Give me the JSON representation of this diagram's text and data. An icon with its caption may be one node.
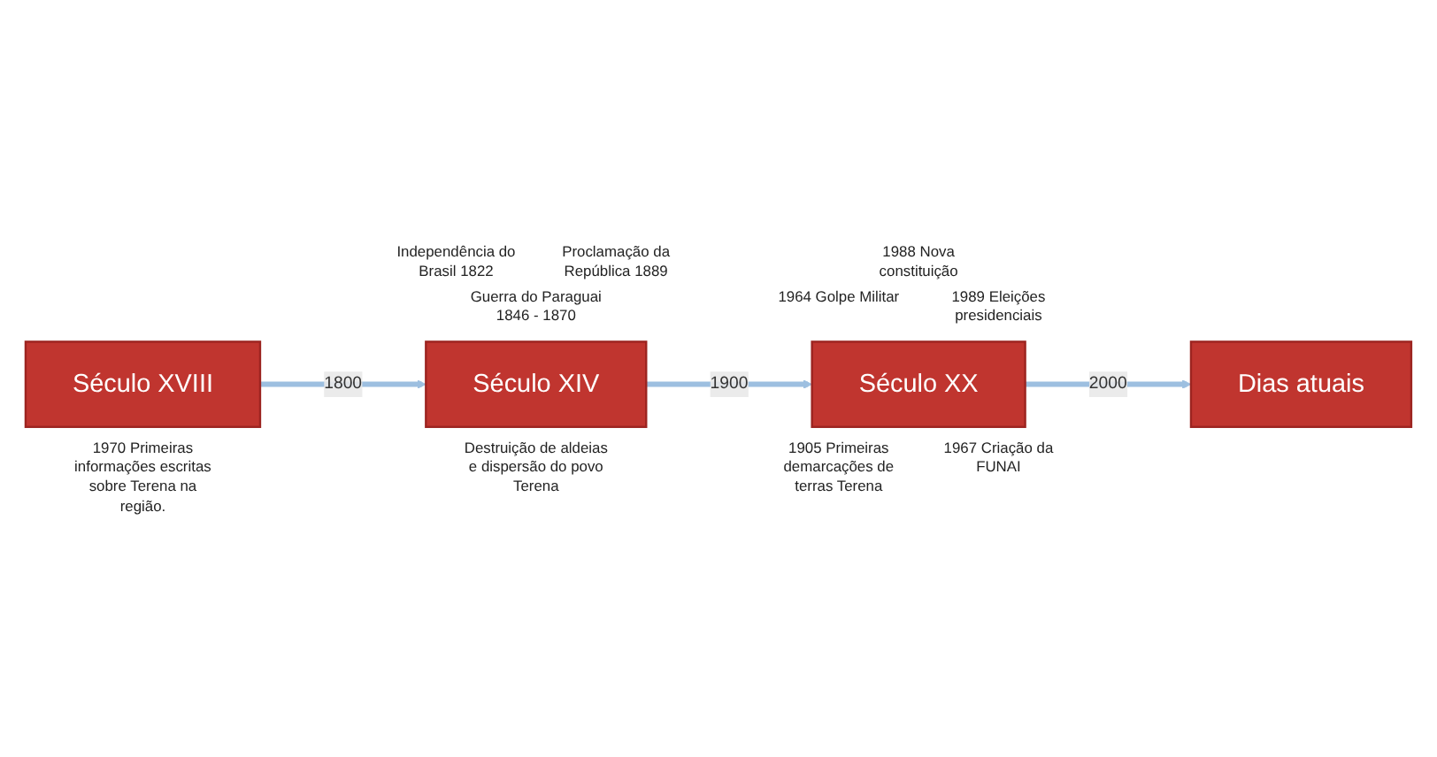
{
  "diagram": {
    "nodes": [
      {
        "text": [
          "Século XVIII"
        ],
        "beside": [
          "1970 Primeiras informações escritas sobre Terena na região."
        ]
      },
      {
        "text": [
          "Século XIV"
        ],
        "beside": [
          "Independência do Brasil 1822",
          "Proclamação da República 1889",
          "Guerra do Paraguai 1846 - 1870",
          "Destruição de aldeias e dispersão do povo Terena"
        ]
      },
      {
        "text": [
          "Século XX"
        ],
        "beside": [
          "1988 Nova constituição",
          "1964 Golpe Militar",
          "1989 Eleições presidenciais",
          "1905 Primeiras demarcações de terras Terena",
          "1967 Criação da FUNAI"
        ]
      },
      {
        "text": [
          "Dias atuais"
        ]
      }
    ],
    "edges": [
      {
        "from": 0,
        "to": 1,
        "arrow": "to",
        "label": "1800"
      },
      {
        "from": 1,
        "to": 2,
        "arrow": "to",
        "label": "1900"
      },
      {
        "from": 2,
        "to": 3,
        "arrow": "to",
        "label": "2000"
      }
    ]
  }
}
